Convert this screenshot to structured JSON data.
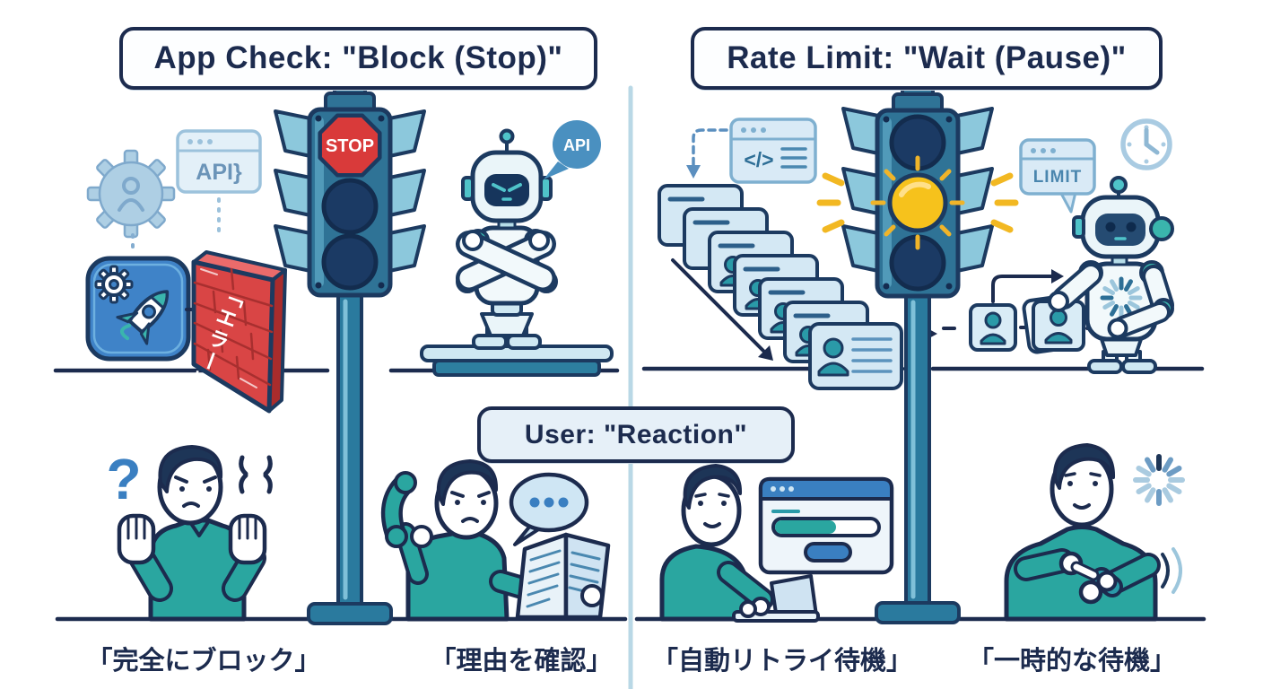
{
  "left_panel": {
    "title": "App Check: \"Block (Stop)\"",
    "stop_label": "STOP",
    "api_window_label": "API}",
    "api_bubble_label": "API",
    "error_wall_label": "「エラー」"
  },
  "right_panel": {
    "title": "Rate Limit: \"Wait (Pause)\"",
    "code_window_label": "</>",
    "limit_label": "LIMIT"
  },
  "center_panel": {
    "title": "User: \"Reaction\""
  },
  "captions": {
    "fully_blocked": "「完全にブロック」",
    "check_reason": "「理由を確認」",
    "auto_retry_wait": "「自動リトライ待機」",
    "temporary_wait": "「一時的な待機」"
  },
  "marks": {
    "question": "?"
  },
  "colors": {
    "navy": "#1c2b4e",
    "outline": "#1c3a60",
    "teal_clothing": "#2aa6a0",
    "traffic_body": "#2f7396",
    "light_blue": "#cfe6f4",
    "red": "#d94545",
    "yellow": "#f6c21c",
    "blue_accent": "#3a7fc1",
    "divider": "#b9d8e6"
  }
}
